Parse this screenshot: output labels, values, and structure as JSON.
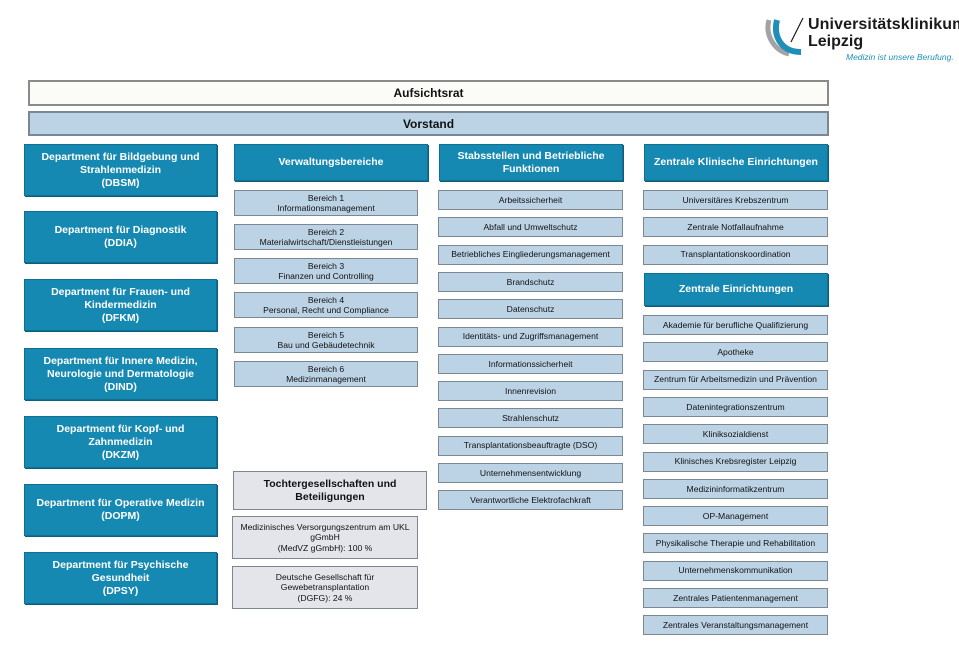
{
  "logo": {
    "name_line1": "Universitätsklinikum",
    "name_line2": "Leipzig",
    "tagline": "Medizin ist unsere Berufung.",
    "colors": {
      "blue": "#1f8fb8",
      "grey": "#9a9a9a"
    }
  },
  "top": {
    "aufsichtsrat": "Aufsichtsrat",
    "vorstand": "Vorstand"
  },
  "departments": [
    {
      "line1": "Department für Bildgebung und",
      "line2": "Strahlenmedizin",
      "abbr": "(DBSM)"
    },
    {
      "line1": "Department für Diagnostik",
      "line2": "",
      "abbr": "(DDIA)"
    },
    {
      "line1": "Department für Frauen- und",
      "line2": "Kindermedizin",
      "abbr": "(DFKM)"
    },
    {
      "line1": "Department für Innere Medizin,",
      "line2": "Neurologie und Dermatologie",
      "abbr": "(DIND)"
    },
    {
      "line1": "Department für Kopf- und",
      "line2": "Zahnmedizin",
      "abbr": "(DKZM)"
    },
    {
      "line1": "Department für Operative Medizin",
      "line2": "",
      "abbr": "(DOPM)"
    },
    {
      "line1": "Department für Psychische",
      "line2": "Gesundheit",
      "abbr": "(DPSY)"
    }
  ],
  "verwaltung": {
    "header": "Verwaltungsbereiche",
    "items": [
      {
        "line1": "Bereich 1",
        "line2": "Informationsmanagement"
      },
      {
        "line1": "Bereich 2",
        "line2": "Materialwirtschaft/Dienstleistungen"
      },
      {
        "line1": "Bereich 3",
        "line2": "Finanzen und Controlling"
      },
      {
        "line1": "Bereich 4",
        "line2": "Personal, Recht und Compliance"
      },
      {
        "line1": "Bereich 5",
        "line2": "Bau und Gebäudetechnik"
      },
      {
        "line1": "Bereich 6",
        "line2": "Medizinmanagement"
      }
    ]
  },
  "tochter": {
    "header_line1": "Tochtergesellschaften und",
    "header_line2": "Beteiligungen",
    "items": [
      {
        "line1": "Medizinisches Versorgungszentrum am UKL",
        "line2": "gGmbH",
        "line3": "(MedVZ gGmbH): 100 %"
      },
      {
        "line1": "Deutsche Gesellschaft für",
        "line2": "Gewebetransplantation",
        "line3": "(DGFG): 24 %"
      }
    ]
  },
  "stabsstellen": {
    "header_line1": "Stabsstellen und Betriebliche",
    "header_line2": "Funktionen",
    "items": [
      "Arbeitssicherheit",
      "Abfall und Umweltschutz",
      "Betriebliches Eingliederungsmanagement",
      "Brandschutz",
      "Datenschutz",
      "Identitäts- und Zugriffsmanagement",
      "Informationssicherheit",
      "Innenrevision",
      "Strahlenschutz",
      "Transplantationsbeauftragte (DSO)",
      "Unternehmensentwicklung",
      "Verantwortliche Elektrofachkraft"
    ]
  },
  "zke": {
    "header": "Zentrale Klinische Einrichtungen",
    "items": [
      "Universitäres Krebszentrum",
      "Zentrale Notfallaufnahme",
      "Transplantationskoordination"
    ]
  },
  "ze": {
    "header": "Zentrale Einrichtungen",
    "items": [
      "Akademie für berufliche Qualifizierung",
      "Apotheke",
      "Zentrum für Arbeitsmedizin und Prävention",
      "Datenintegrationszentrum",
      "Kliniksozialdienst",
      "Klinisches Krebsregister Leipzig",
      "Medizininformatikzentrum",
      "OP-Management",
      "Physikalische Therapie und Rehabilitation",
      "Unternehmenskommunikation",
      "Zentrales Patientenmanagement",
      "Zentrales Veranstaltungsmanagement"
    ]
  },
  "colors": {
    "dept_blue": "#1689b3",
    "light_blue": "#bcd3e6",
    "grey_box": "#e3e5ea"
  }
}
